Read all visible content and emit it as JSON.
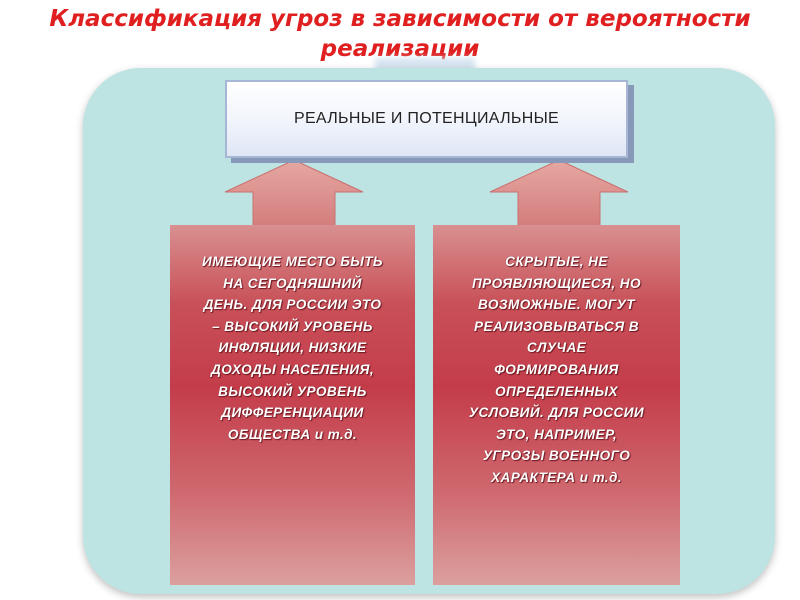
{
  "title": {
    "line1": "Классификация угроз в зависимости от вероятности",
    "line2": "реализации"
  },
  "header": {
    "label": "РЕАЛЬНЫЕ И ПОТЕНЦИАЛЬНЫЕ"
  },
  "left_box": {
    "lines": [
      "ИМЕЮЩИЕ МЕСТО БЫТЬ",
      "НА СЕГОДНЯШНИЙ",
      "ДЕНЬ. ДЛЯ РОССИИ ЭТО",
      "– ВЫСОКИЙ УРОВЕНЬ",
      "ИНФЛЯЦИИ, НИЗКИЕ",
      "ДОХОДЫ НАСЕЛЕНИЯ,",
      "ВЫСОКИЙ УРОВЕНЬ",
      "ДИФФЕРЕНЦИАЦИИ",
      "ОБЩЕСТВА и т.д."
    ]
  },
  "right_box": {
    "lines": [
      "СКРЫТЫЕ, НЕ",
      "ПРОЯВЛЯЮЩИЕСЯ, НО",
      "ВОЗМОЖНЫЕ. МОГУТ",
      "РЕАЛИЗОВЫВАТЬСЯ В",
      "СЛУЧАЕ",
      "ФОРМИРОВАНИЯ",
      "ОПРЕДЕЛЕННЫХ",
      "УСЛОВИЙ.  ДЛЯ РОССИИ",
      "ЭТО, НАПРИМЕР,",
      "УГРОЗЫ ВОЕННОГО",
      "ХАРАКТЕРА и т.д."
    ]
  },
  "colors": {
    "title": "#e02020",
    "panel": "#bde3e3",
    "box_red": "#c43c4a",
    "arrow": "#d88a8a"
  }
}
